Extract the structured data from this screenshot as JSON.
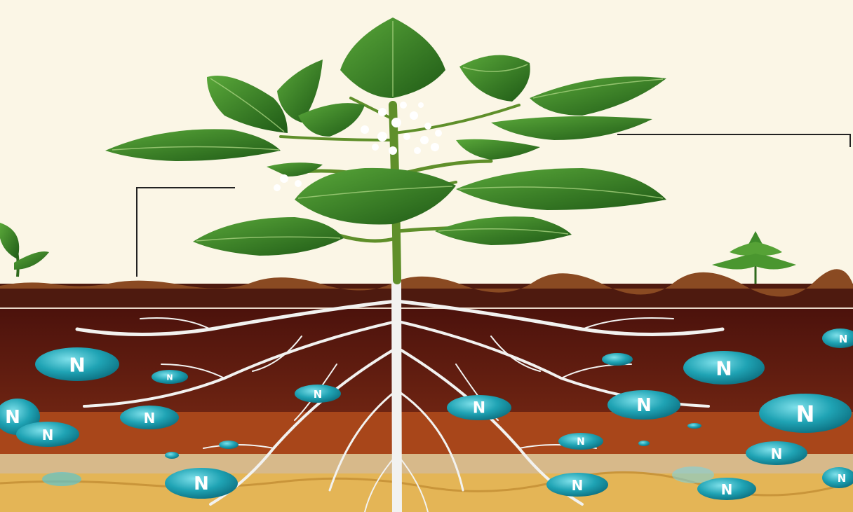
{
  "illustration": {
    "subject": "plant-roots-nitrogen-uptake",
    "colors": {
      "sky": "#fbf6e6",
      "topsoil": "#5a1810",
      "midsoil": "#7a2a12",
      "clay": "#a5461a",
      "sand": "#e4b556",
      "leaf": "#3e8a2a",
      "leaf_dark": "#1f5a16",
      "root": "#f4f4f2",
      "nitrogen_bubble": "#1fa3b4",
      "annotation_line": "#222222"
    },
    "nitrogen_symbol": "N",
    "nitrogen_bubble_count": 21
  }
}
